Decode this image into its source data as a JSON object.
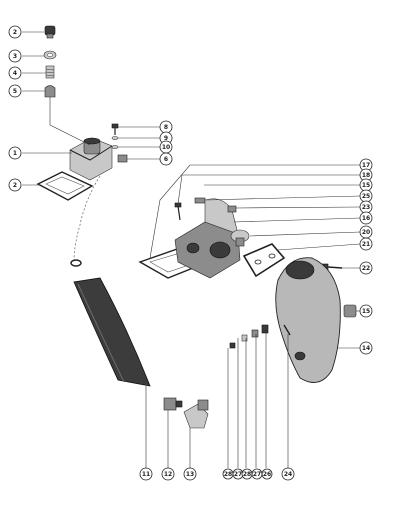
{
  "callouts": [
    {
      "id": "c2a",
      "label": "2"
    },
    {
      "id": "c3",
      "label": "3"
    },
    {
      "id": "c4",
      "label": "4"
    },
    {
      "id": "c5",
      "label": "5"
    },
    {
      "id": "c1",
      "label": "1"
    },
    {
      "id": "c2b",
      "label": "2"
    },
    {
      "id": "c8",
      "label": "8"
    },
    {
      "id": "c9",
      "label": "9"
    },
    {
      "id": "c10",
      "label": "10"
    },
    {
      "id": "c6",
      "label": "6"
    },
    {
      "id": "c17",
      "label": "17"
    },
    {
      "id": "c18",
      "label": "18"
    },
    {
      "id": "c15a",
      "label": "15"
    },
    {
      "id": "c25",
      "label": "25"
    },
    {
      "id": "c23",
      "label": "23"
    },
    {
      "id": "c16",
      "label": "16"
    },
    {
      "id": "c20",
      "label": "20"
    },
    {
      "id": "c21",
      "label": "21"
    },
    {
      "id": "c22",
      "label": "22"
    },
    {
      "id": "c15b",
      "label": "15"
    },
    {
      "id": "c14",
      "label": "14"
    },
    {
      "id": "c11",
      "label": "11"
    },
    {
      "id": "c12",
      "label": "12"
    },
    {
      "id": "c13",
      "label": "13"
    },
    {
      "id": "c28a",
      "label": "28"
    },
    {
      "id": "c27a",
      "label": "27"
    },
    {
      "id": "c28b",
      "label": "28"
    },
    {
      "id": "c27b",
      "label": "27"
    },
    {
      "id": "c26",
      "label": "26"
    },
    {
      "id": "c24",
      "label": "24"
    }
  ]
}
